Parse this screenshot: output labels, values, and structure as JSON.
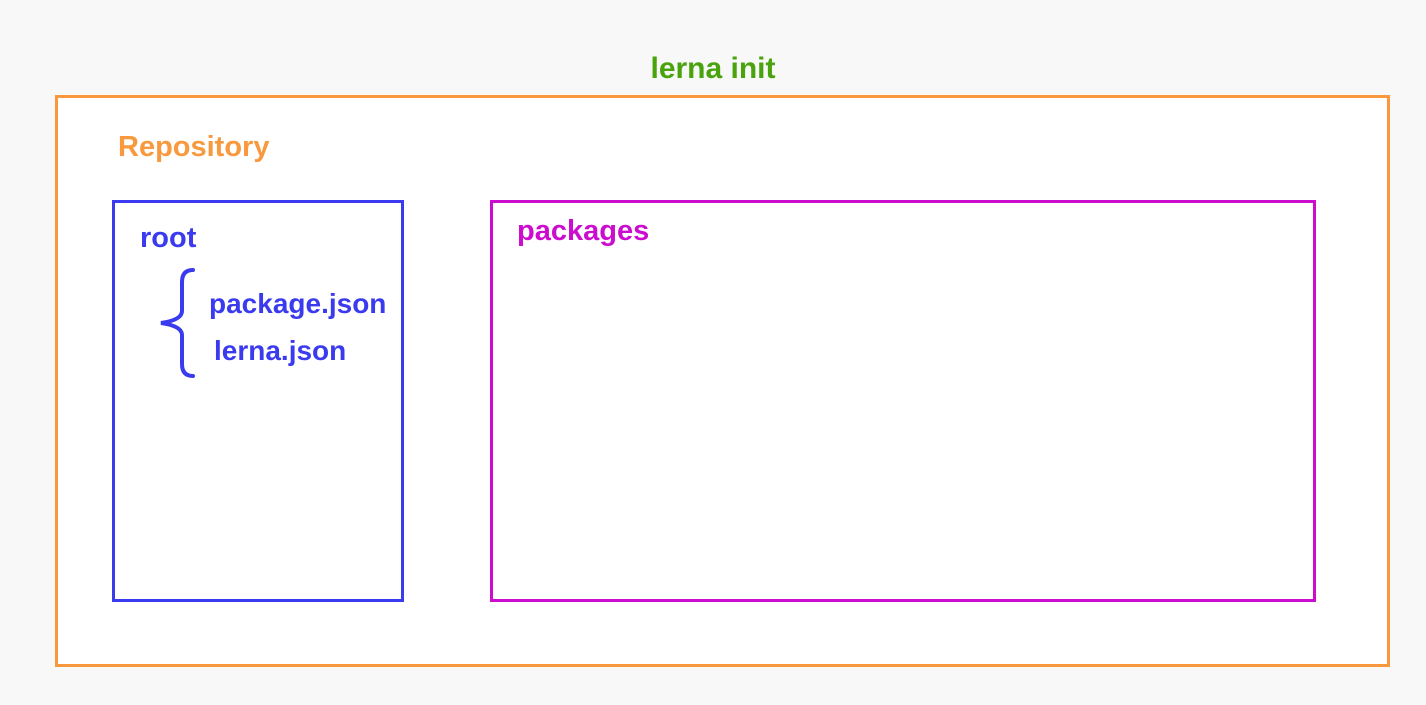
{
  "title": "lerna init",
  "colors": {
    "background": "#f8f8f9",
    "box_fill": "#ffffff",
    "title_green": "#48a30c",
    "repository_orange": "#f8993e",
    "root_blue": "#3a3aef",
    "packages_magenta": "#cc0cce"
  },
  "repository": {
    "label": "Repository",
    "root": {
      "label": "root",
      "files": [
        "package.json",
        "lerna.json"
      ]
    },
    "packages": {
      "label": "packages"
    }
  }
}
